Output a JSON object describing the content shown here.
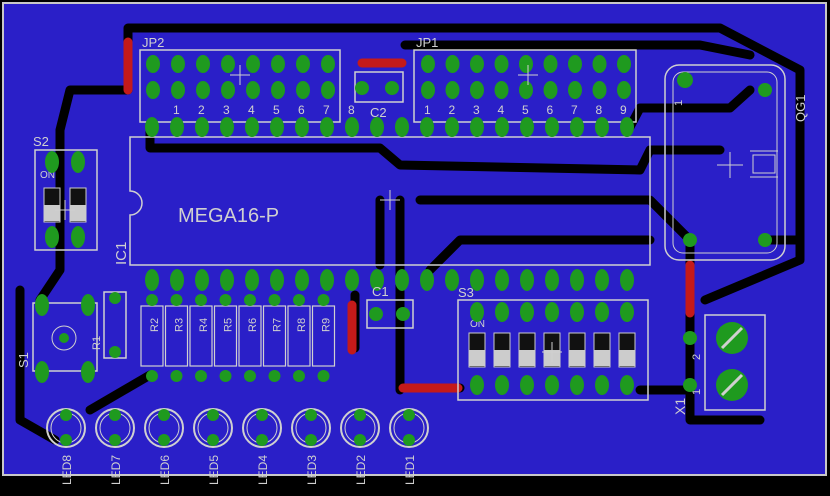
{
  "colors": {
    "background": "#000000",
    "board_fill": "#2a1fc8",
    "board_edge": "#c8c8c8",
    "trace": "#000000",
    "pad": "#1f9a1f",
    "via_top": "#c41a1a",
    "silk": "#d0d0d0"
  },
  "labels": {
    "jp2": "JP2",
    "jp1": "JP1",
    "c2": "C2",
    "c1": "C1",
    "s2": "S2",
    "s2_on": "ON",
    "s3": "S3",
    "s3_on": "ON",
    "s1": "S1",
    "ic1": "IC1",
    "mcu": "MEGA16-P",
    "qg1": "QG1",
    "x1": "X1",
    "x1_pin2": "2",
    "x1_pin1": "1",
    "qg1_pin": "1",
    "r1": "R1"
  },
  "header_numbers": [
    "1",
    "2",
    "3",
    "4",
    "5",
    "6",
    "7",
    "8"
  ],
  "jp1_numbers": [
    "1",
    "2",
    "3",
    "4",
    "5",
    "6",
    "7",
    "8",
    "9"
  ],
  "resistors": [
    "R2",
    "R3",
    "R4",
    "R5",
    "R6",
    "R7",
    "R8",
    "R9"
  ],
  "leds": [
    "LED8",
    "LED7",
    "LED6",
    "LED5",
    "LED4",
    "LED3",
    "LED2",
    "LED1"
  ]
}
